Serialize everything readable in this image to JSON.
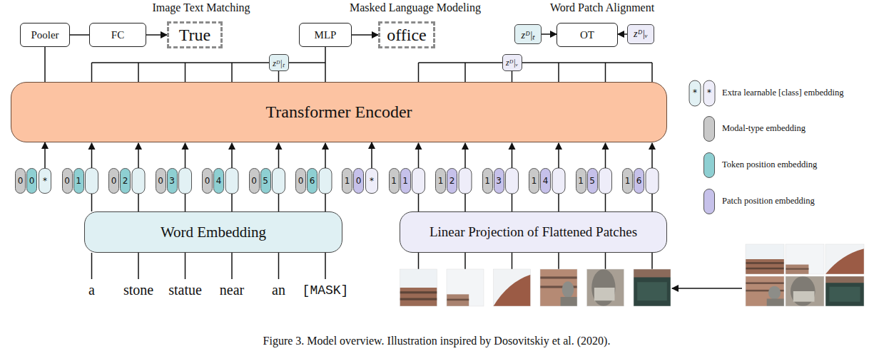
{
  "diagram": {
    "caption": "Figure 3. Model overview. Illustration inspired by Dosovitskiy et al. (2020).",
    "nodes": [
      {
        "text": [
          "Pooler"
        ]
      },
      {
        "text": [
          "FC"
        ]
      },
      {
        "text": [
          "True"
        ]
      },
      {
        "text": [
          "MLP"
        ]
      },
      {
        "text": [
          "office"
        ]
      },
      {
        "text": [
          "zᴰ|ₜ"
        ]
      },
      {
        "text": [
          "OT"
        ]
      },
      {
        "text": [
          "zᴰ|ᵥ"
        ]
      },
      {
        "text": [
          "zᴰ|ₜ"
        ]
      },
      {
        "text": [
          "zᴰ|ᵥ"
        ]
      },
      {
        "text": [
          "Transformer Encoder"
        ]
      },
      {
        "text": [
          "0"
        ]
      },
      {
        "text": [
          "0"
        ]
      },
      {
        "text": [
          "*"
        ]
      },
      {
        "text": [
          "0"
        ]
      },
      {
        "text": [
          "1"
        ]
      },
      {
        "text": [
          "0"
        ]
      },
      {
        "text": [
          "2"
        ]
      },
      {
        "text": [
          "0"
        ]
      },
      {
        "text": [
          "3"
        ]
      },
      {
        "text": [
          "0"
        ]
      },
      {
        "text": [
          "4"
        ]
      },
      {
        "text": [
          "0"
        ]
      },
      {
        "text": [
          "5"
        ]
      },
      {
        "text": [
          "0"
        ]
      },
      {
        "text": [
          "6"
        ]
      },
      {
        "text": [
          "1"
        ]
      },
      {
        "text": [
          "0"
        ]
      },
      {
        "text": [
          "*"
        ]
      },
      {
        "text": [
          "1"
        ]
      },
      {
        "text": [
          "1"
        ]
      },
      {
        "text": [
          "1"
        ]
      },
      {
        "text": [
          "2"
        ]
      },
      {
        "text": [
          "1"
        ]
      },
      {
        "text": [
          "3"
        ]
      },
      {
        "text": [
          "1"
        ]
      },
      {
        "text": [
          "4"
        ]
      },
      {
        "text": [
          "1"
        ]
      },
      {
        "text": [
          "5"
        ]
      },
      {
        "text": [
          "1"
        ]
      },
      {
        "text": [
          "6"
        ]
      },
      {
        "text": [
          "Word Embedding"
        ]
      },
      {
        "text": [
          "Linear Projection of Flattened Patches"
        ]
      }
    ],
    "edges": [
      {
        "from": 0,
        "to": 1,
        "arrow": "none"
      },
      {
        "from": 1,
        "to": 2,
        "arrow": "to"
      },
      {
        "from": 3,
        "to": 4,
        "arrow": "to"
      },
      {
        "from": 5,
        "to": 6,
        "arrow": "to"
      },
      {
        "from": 7,
        "to": 6,
        "arrow": "to"
      },
      {
        "from": 10,
        "to": 0,
        "arrow": "none"
      },
      {
        "from": 10,
        "to": 3,
        "arrow": "none"
      },
      {
        "from": 10,
        "to": 8,
        "arrow": "none"
      },
      {
        "from": 10,
        "to": 9,
        "arrow": "none"
      },
      {
        "from": 13,
        "to": 10,
        "arrow": "to"
      },
      {
        "from": 28,
        "to": 10,
        "arrow": "to"
      }
    ],
    "labels": [
      "Image Text Matching",
      "Masked Language Modeling",
      "Word Patch Alignment",
      "a",
      "stone",
      "statue",
      "near",
      "an",
      "[MASK]",
      "*",
      "*"
    ],
    "legend": [
      {
        "text": "Extra learnable [class] embedding"
      },
      {
        "text": "Modal-type embedding",
        "color": "#c9c9c9"
      },
      {
        "text": "Token position embedding",
        "color": "#8ecfd2"
      },
      {
        "text": "Patch position embedding",
        "color": "#c6c1ea"
      }
    ]
  }
}
